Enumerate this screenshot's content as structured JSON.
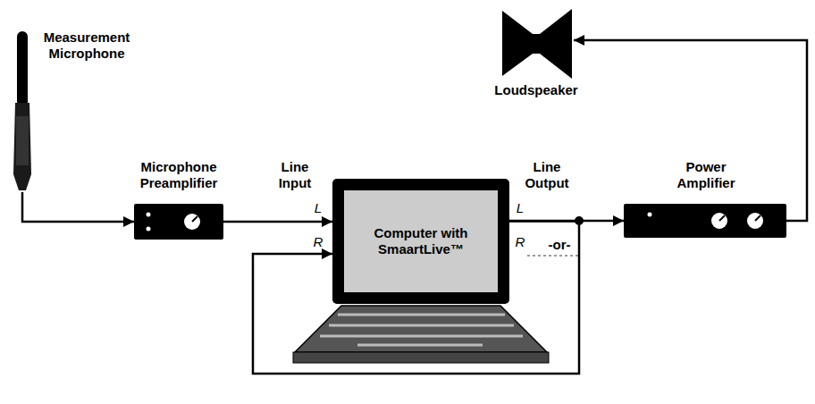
{
  "diagram": {
    "nodes": [
      {
        "text": [
          "Measurement Microphone"
        ]
      },
      {
        "text": [
          "Microphone Preamplifier"
        ]
      },
      {
        "text": [
          "Computer with SmaartLive™"
        ]
      },
      {
        "text": [
          "Power Amplifier"
        ]
      },
      {
        "text": [
          "Loudspeaker"
        ]
      }
    ],
    "edges": [
      {
        "from": 0,
        "to": 1,
        "arrow": "to"
      },
      {
        "from": 1,
        "to": 2,
        "arrow": "to"
      },
      {
        "from": 2,
        "to": 3,
        "arrow": "to"
      },
      {
        "from": 3,
        "to": 4,
        "arrow": "to"
      },
      {
        "from": 2,
        "to": 2,
        "arrow": "to"
      }
    ],
    "labels": [
      "Line Input",
      "L",
      "R",
      "Line Output",
      "L",
      "R",
      "-or-"
    ]
  }
}
